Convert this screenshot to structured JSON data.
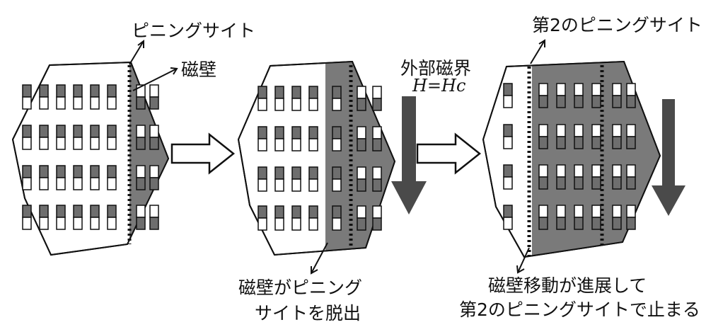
{
  "labels": {
    "pinning_site": "ピニングサイト",
    "domain_wall": "磁壁",
    "external_field": "外部磁界",
    "field_condition": "H=Hc",
    "depin_line1": "磁壁がピニング",
    "depin_line2": "サイトを脱出",
    "second_pinning_site": "第2のピニングサイト",
    "advance_line1": "磁壁移動が進展して",
    "advance_line2": "第2のピニングサイトで止まる"
  },
  "colors": {
    "shaded_region": "#7a7a7a",
    "outline": "#111111",
    "field_arrow": "#4a4a4a",
    "cell_dark": "#6e6e6e",
    "background": "#ffffff"
  },
  "icons": {
    "transition_arrow": "hollow-right-arrow",
    "field_arrow": "solid-down-arrow"
  }
}
